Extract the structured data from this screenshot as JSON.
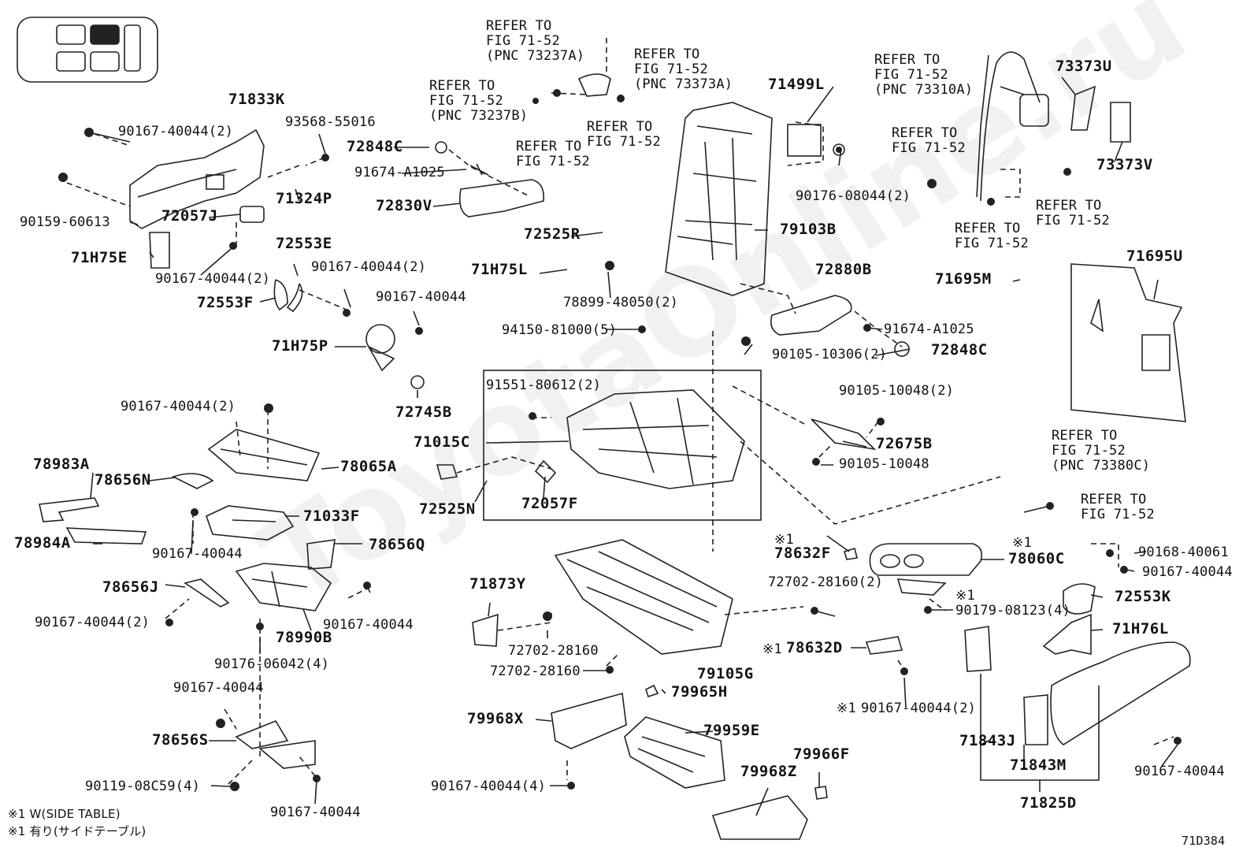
{
  "watermark": "ToyotaOnline.ru",
  "figure_code": "71D384",
  "legend": {
    "note_en": "※1 W(SIDE TABLE)",
    "note_jp": "※1 有り(サイドテーブル)"
  },
  "refs": {
    "r1": [
      "REFER TO",
      "FIG 71-52",
      "(PNC 73237A)"
    ],
    "r2": [
      "REFER TO",
      "FIG 71-52",
      "(PNC 73373A)"
    ],
    "r3": [
      "REFER TO",
      "FIG 71-52",
      "(PNC 73237B)"
    ],
    "r4": [
      "REFER TO",
      "FIG 71-52"
    ],
    "r5": [
      "REFER TO",
      "FIG 71-52"
    ],
    "r6": [
      "REFER TO",
      "FIG 71-52",
      "(PNC 73310A)"
    ],
    "r7": [
      "REFER TO",
      "FIG 71-52"
    ],
    "r8": [
      "REFER TO",
      "FIG 71-52"
    ],
    "r9": [
      "REFER TO",
      "FIG 71-52"
    ],
    "r10": [
      "REFER TO",
      "FIG 71-52",
      "(PNC 73380C)"
    ],
    "r11": [
      "REFER TO",
      "FIG 71-52"
    ]
  },
  "parts": {
    "p71833K": "71833K",
    "p90167_a": "90167-40044(2)",
    "p93568": "93568-55016",
    "p72848C_a": "72848C",
    "p91674_a": "91674-A1025",
    "p72830V": "72830V",
    "p71324P": "71324P",
    "p90159": "90159-60613",
    "p72057J": "72057J",
    "p71H75E": "71H75E",
    "p90167_b": "90167-40044(2)",
    "p72553E": "72553E",
    "p90167_c": "90167-40044(2)",
    "p72553F": "72553F",
    "p90167_d": "90167-40044",
    "p71H75P": "71H75P",
    "p72745B": "72745B",
    "p71499L": "71499L",
    "p90176_a": "90176-08044(2)",
    "p79103B": "79103B",
    "p72525R": "72525R",
    "p71H75L": "71H75L",
    "p78899": "78899-48050(2)",
    "p72880B": "72880B",
    "p91674_b": "91674-A1025",
    "p90105_a": "90105-10306(2)",
    "p72848C_b": "72848C",
    "p94150": "94150-81000(5)",
    "p73373U": "73373U",
    "p73373V": "73373V",
    "p71695M": "71695M",
    "p71695U": "71695U",
    "p90167_e": "90167-40044(2)",
    "p91551": "91551-80612(2)",
    "p71015C": "71015C",
    "p72525N": "72525N",
    "p72057F": "72057F",
    "p90105_b": "90105-10048(2)",
    "p72675B": "72675B",
    "p90105_c": "90105-10048",
    "p78983A": "78983A",
    "p78656N": "78656N",
    "p78065A": "78065A",
    "p71033F": "71033F",
    "p78984A": "78984A",
    "p90167_f": "90167-40044",
    "p78656Q": "78656Q",
    "p78656J": "78656J",
    "p90167_g": "90167-40044(2)",
    "p90167_h": "90167-40044",
    "p78990B": "78990B",
    "p90176_b": "90176-06042(4)",
    "p71873Y": "71873Y",
    "p72702_a": "72702-28160",
    "p72702_b": "72702-28160",
    "p79105G": "79105G",
    "p78632F": "78632F",
    "p72702_c": "72702-28160(2)",
    "p78632D": "78632D",
    "p90167_i": "90167-40044(2)",
    "p78060C": "78060C",
    "p90179": "90179-08123(4)",
    "p90168": "90168-40061",
    "p90167_j": "90167-40044",
    "p72553K": "72553K",
    "p71H76L": "71H76L",
    "p71843J": "71843J",
    "p71843M": "71843M",
    "p71825D": "71825D",
    "p90167_k": "90167-40044",
    "p90167_l": "90167-40044",
    "p78656S": "78656S",
    "p90119": "90119-08C59(4)",
    "p90167_m": "90167-40044",
    "p79965H": "79965H",
    "p79968X": "79968X",
    "p79959E": "79959E",
    "p79968Z": "79968Z",
    "p79966F": "79966F",
    "p90167_n": "90167-40044(4)"
  },
  "marks": {
    "m1": "※1",
    "m2": "※1",
    "m3": "※1",
    "m4": "※1",
    "m5": "※1"
  }
}
